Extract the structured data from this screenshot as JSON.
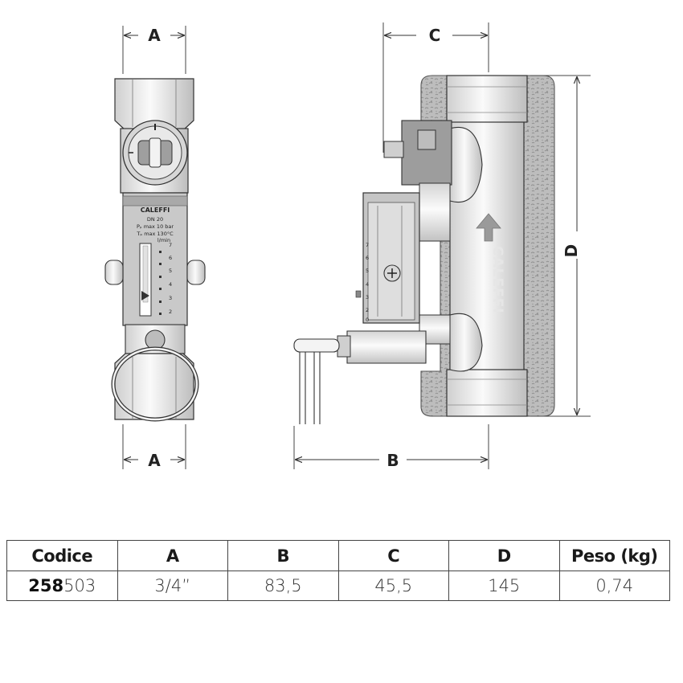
{
  "drawing": {
    "dimensions": {
      "A_top": "A",
      "A_bottom": "A",
      "B": "B",
      "C": "C",
      "D": "D"
    },
    "brand_front": "CALEFFI",
    "brand_side": "CALEFFI",
    "meter_specs": [
      "DN 20",
      "Pₚ max 10 bar",
      "Tₚ max 130°C"
    ],
    "meter_unit": "l/min",
    "scale_front": [
      "7",
      "6",
      "5",
      "4",
      "3",
      "2"
    ],
    "scale_side": [
      "7",
      "6",
      "5",
      "4",
      "3",
      "2",
      "0"
    ]
  },
  "table": {
    "headers": [
      "Codice",
      "A",
      "B",
      "C",
      "D",
      "Peso (kg)"
    ],
    "rows": [
      {
        "code_bold": "258",
        "code_rest": "503",
        "A": "3/4”",
        "B": "83,5",
        "C": "45,5",
        "D": "145",
        "peso": "0,74"
      }
    ]
  }
}
